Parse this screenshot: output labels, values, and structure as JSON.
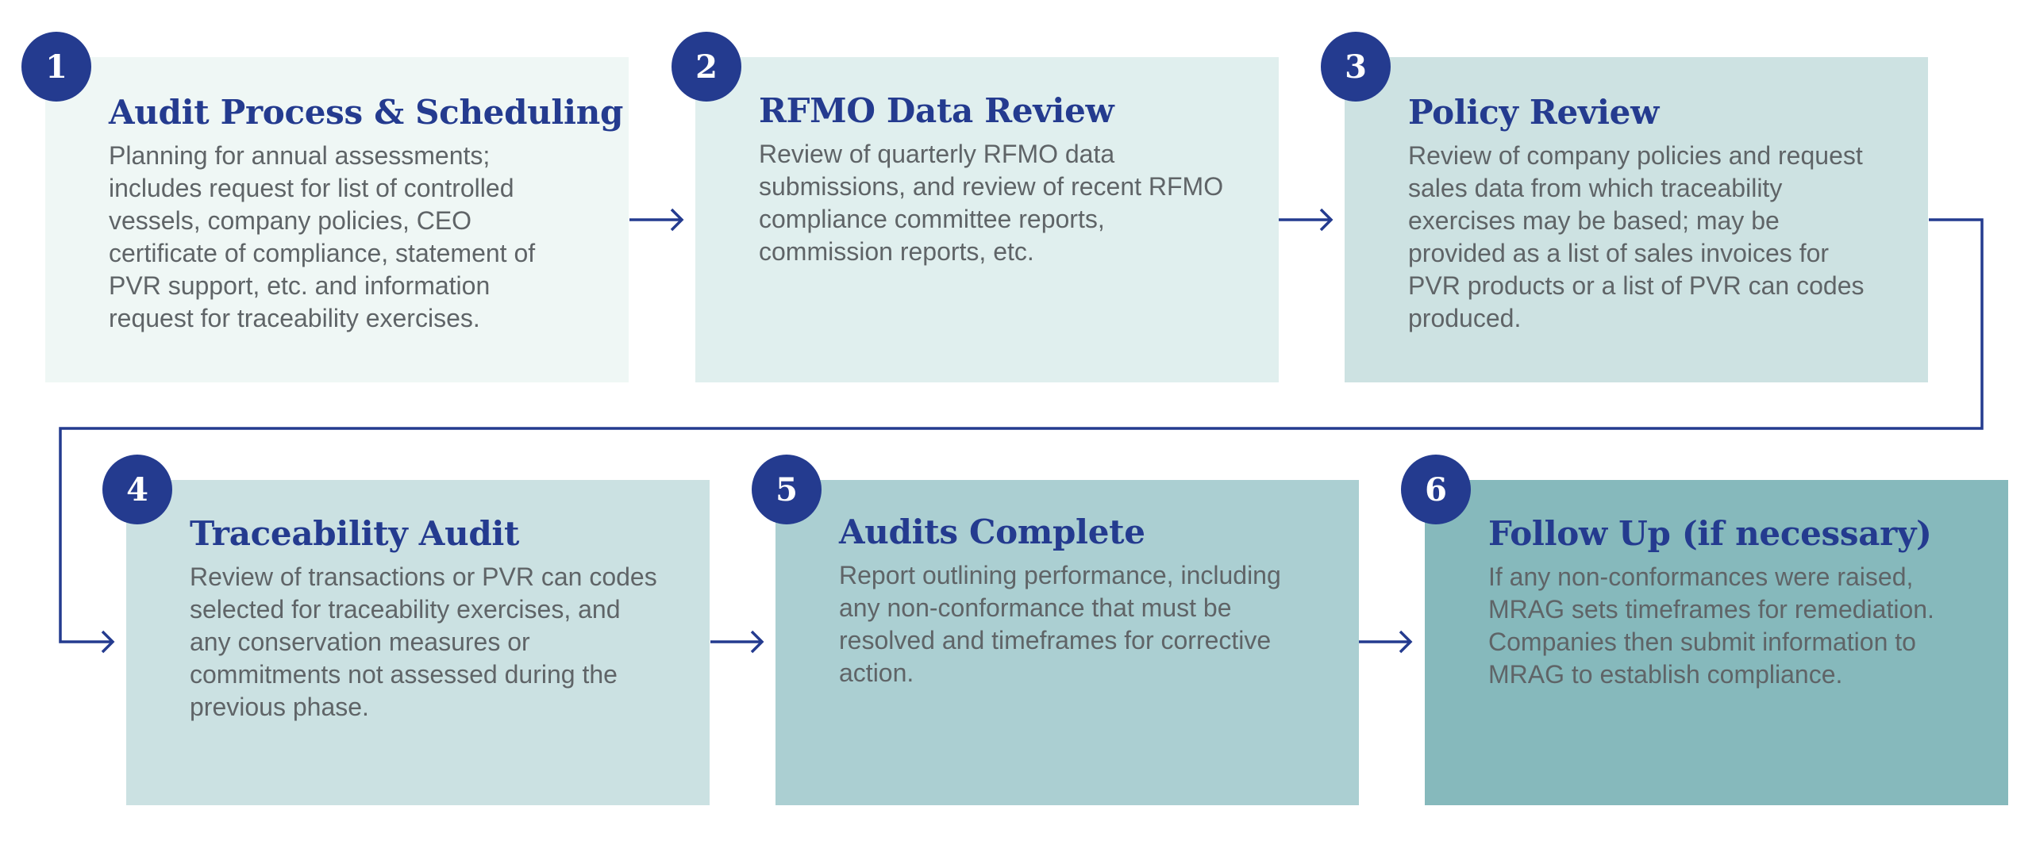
{
  "colors": {
    "accent": "#243b8f",
    "box_fills": [
      "#eff7f5",
      "#e0efee",
      "#cde2e2",
      "#cbe1e2",
      "#abcfd2",
      "#86b9bc"
    ]
  },
  "steps": [
    {
      "number": "1",
      "title": "Audit Process & Scheduling",
      "text": "Planning for annual assessments; includes request for list of controlled vessels, company policies, CEO certificate of compliance, statement of PVR support, etc. and information request for traceability exercises."
    },
    {
      "number": "2",
      "title": "RFMO Data Review",
      "text": "Review of quarterly RFMO data submissions, and review of recent RFMO compliance committee reports, commission reports, etc."
    },
    {
      "number": "3",
      "title": "Policy Review",
      "text": "Review of company policies and request sales data from which traceability exercises may be based; may be provided as a list of sales invoices for PVR products or a list of PVR can codes produced."
    },
    {
      "number": "4",
      "title": "Traceability Audit",
      "text": "Review of transactions or PVR can codes selected for traceability exercises, and any conservation measures or commitments not assessed during the previous phase."
    },
    {
      "number": "5",
      "title": "Audits Complete",
      "text": "Report outlining performance, including any non-conformance that must be resolved and timeframes for corrective action."
    },
    {
      "number": "6",
      "title": "Follow Up (if necessary)",
      "text": "If any non-conformances were raised, MRAG sets timeframes for remediation. Companies then submit information to MRAG to establish compliance."
    }
  ]
}
